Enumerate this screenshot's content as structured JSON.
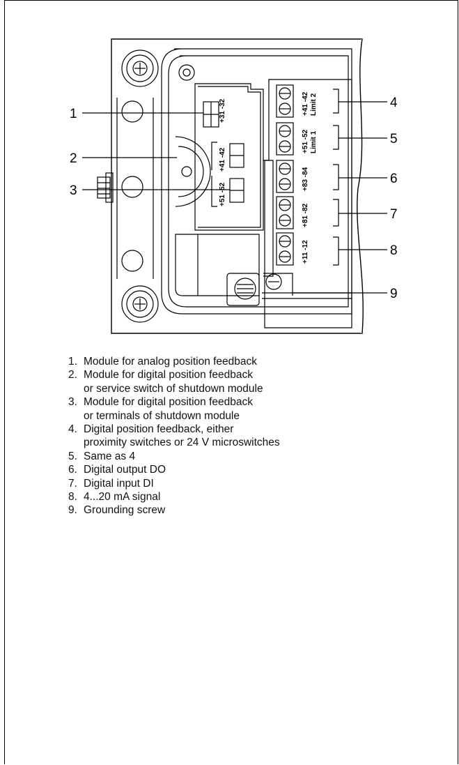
{
  "figure": {
    "callouts": [
      "1",
      "2",
      "3",
      "4",
      "5",
      "6",
      "7",
      "8",
      "9"
    ],
    "module_labels": {
      "analog": "+31 -32",
      "digital_upper": "+41 -42",
      "digital_lower": "+51 -52"
    },
    "terminal_labels": {
      "t4_line1": "+41 -42",
      "t4_line2": "Limit 2",
      "t5_line1": "+51 -52",
      "t5_line2": "Limit 1",
      "t6": "+83 -84",
      "t7": "+81 -82",
      "t8": "+11 -12"
    }
  },
  "legend": [
    {
      "num": "1.",
      "lines": [
        "Module for analog position feedback"
      ]
    },
    {
      "num": "2.",
      "lines": [
        "Module for digital position feedback",
        "or service switch of shutdown module"
      ]
    },
    {
      "num": "3.",
      "lines": [
        "Module for digital position feedback",
        "or terminals of shutdown module"
      ]
    },
    {
      "num": "4.",
      "lines": [
        "Digital position feedback, either",
        "proximity switches or 24 V microswitches"
      ]
    },
    {
      "num": "5.",
      "lines": [
        "Same as 4"
      ]
    },
    {
      "num": "6.",
      "lines": [
        "Digital output DO"
      ]
    },
    {
      "num": "7.",
      "lines": [
        "Digital input DI"
      ]
    },
    {
      "num": "8.",
      "lines": [
        "4...20 mA signal"
      ]
    },
    {
      "num": "9.",
      "lines": [
        "Grounding screw"
      ]
    }
  ]
}
